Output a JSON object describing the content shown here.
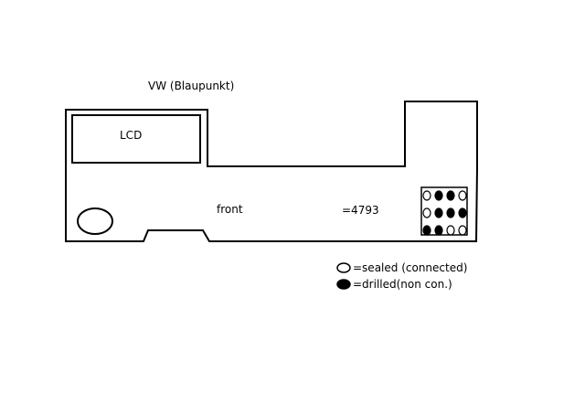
{
  "title": "VW  (Blaupunkt)",
  "lcd_label": "LCD",
  "front_label": "front",
  "code_label": "=4793",
  "legend": {
    "sealed": {
      "symbol": "open-oval",
      "label": "=sealed (connected)"
    },
    "drilled": {
      "symbol": "filled-oval",
      "label": "=drilled(non con.)"
    }
  },
  "pin_grid": {
    "rows": 3,
    "columns": 4,
    "states": [
      [
        "sealed",
        "drilled",
        "drilled",
        "sealed"
      ],
      [
        "sealed",
        "drilled",
        "drilled",
        "drilled"
      ],
      [
        "drilled",
        "drilled",
        "sealed",
        "sealed"
      ]
    ]
  },
  "colors": {
    "ink": "#000000",
    "paper": "#ffffff"
  }
}
